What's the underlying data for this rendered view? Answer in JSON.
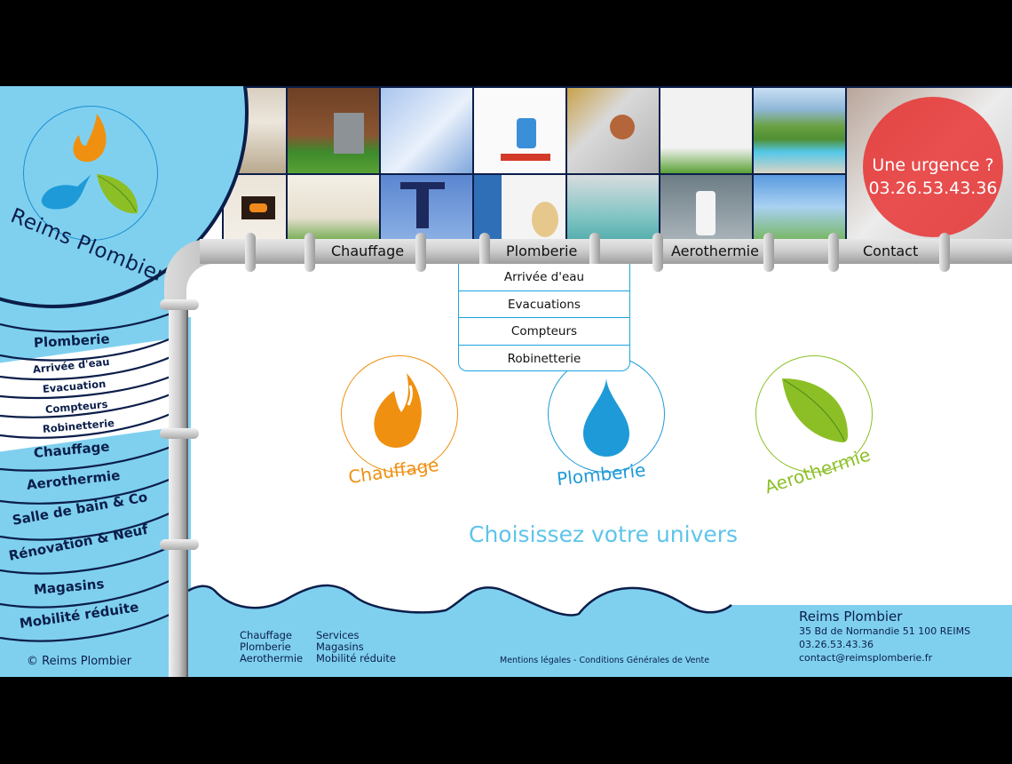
{
  "brand": {
    "name": "Reims Plombier",
    "colors": {
      "sky": "#7fd0ef",
      "navy": "#0b1e4a",
      "orange": "#f09011",
      "blue": "#1e9ad8",
      "green": "#8cbf26",
      "red": "#e82c2c"
    }
  },
  "urgency": {
    "line1": "Une urgence ?",
    "line2": "03.26.53.43.36"
  },
  "top_nav": [
    {
      "label": "Chauffage"
    },
    {
      "label": "Plomberie"
    },
    {
      "label": "Aerothermie"
    },
    {
      "label": "Contact"
    }
  ],
  "dropdown": {
    "parent": "Plomberie",
    "items": [
      {
        "label": "Arrivée d'eau"
      },
      {
        "label": "Evacuations"
      },
      {
        "label": "Compteurs"
      },
      {
        "label": "Robinetterie"
      }
    ]
  },
  "sidebar": {
    "items": [
      {
        "label": "Plomberie",
        "type": "main"
      },
      {
        "label": "Arrivée d'eau",
        "type": "sub"
      },
      {
        "label": "Evacuation",
        "type": "sub"
      },
      {
        "label": "Compteurs",
        "type": "sub"
      },
      {
        "label": "Robinetterie",
        "type": "sub"
      },
      {
        "label": "Chauffage",
        "type": "main"
      },
      {
        "label": "Aerothermie",
        "type": "main"
      },
      {
        "label": "Salle de bain & Co",
        "type": "main"
      },
      {
        "label": "Rénovation & Neuf",
        "type": "main"
      },
      {
        "label": "Magasins",
        "type": "main"
      },
      {
        "label": "Mobilité réduite",
        "type": "main"
      }
    ],
    "copyright": "© Reims Plombier"
  },
  "photos": [
    {
      "subject": "radiator"
    },
    {
      "subject": "heat-pump-house"
    },
    {
      "subject": "chrome-faucet"
    },
    {
      "subject": "torch-and-fittings"
    },
    {
      "subject": "copper-pipe-fitting"
    },
    {
      "subject": "heat-pump-wall"
    },
    {
      "subject": "swimming-pool"
    },
    {
      "subject": "wrench-faucet"
    },
    {
      "subject": "fireplace"
    },
    {
      "subject": "floor-heating-plan"
    },
    {
      "subject": "tap-water"
    },
    {
      "subject": "plumber-under-sink"
    },
    {
      "subject": "glass-basin"
    },
    {
      "subject": "boiler-room"
    },
    {
      "subject": "solar-house"
    }
  ],
  "universes": {
    "tagline": "Choisissez votre univers",
    "items": [
      {
        "label": "Chauffage",
        "icon": "flame-icon",
        "color": "#f09011"
      },
      {
        "label": "Plomberie",
        "icon": "water-drop-icon",
        "color": "#1e9ad8"
      },
      {
        "label": "Aerothermie",
        "icon": "leaf-icon",
        "color": "#8cbf26"
      }
    ]
  },
  "footer": {
    "col1": [
      "Chauffage",
      "Plomberie",
      "Aerothermie"
    ],
    "col2": [
      "Services",
      "Magasins",
      "Mobilité réduite"
    ],
    "legal": "Mentions légales - Conditions Générales de Vente",
    "contact": {
      "name": "Reims Plombier",
      "address": "35 Bd de Normandie 51 100 REIMS",
      "phone": "03.26.53.43.36",
      "email": "contact@reimsplomberie.fr"
    }
  }
}
